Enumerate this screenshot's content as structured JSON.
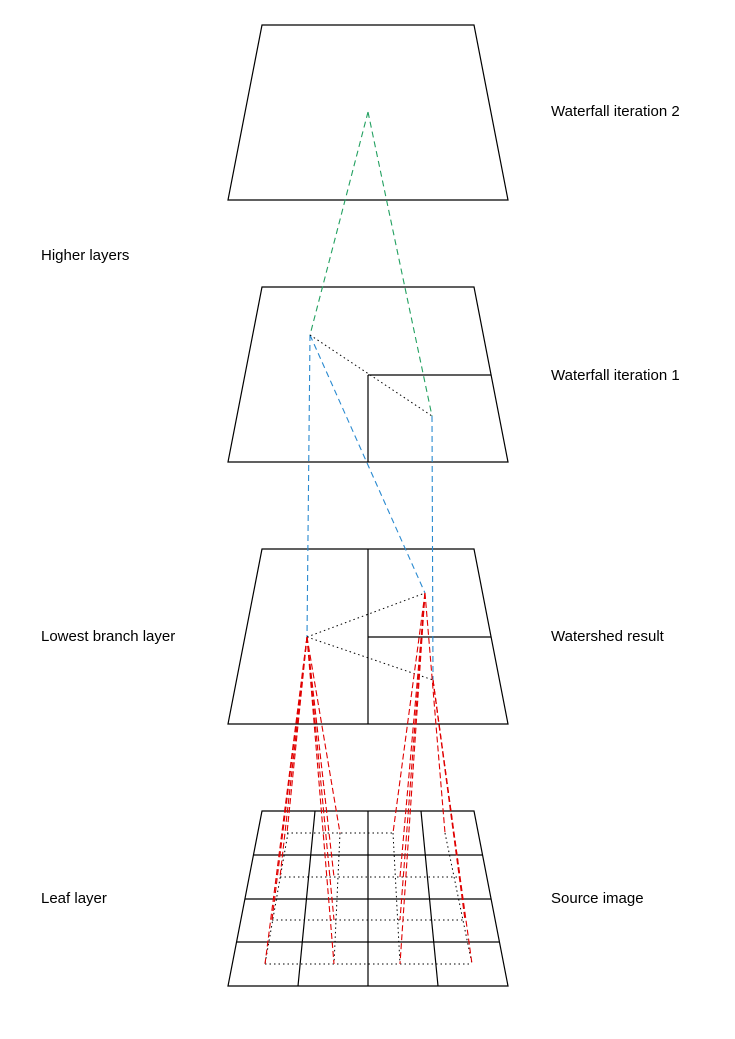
{
  "labels": {
    "waterfall_iteration_2": "Waterfall iteration 2",
    "higher_layers": "Higher layers",
    "waterfall_iteration_1": "Waterfall iteration 1",
    "lowest_branch_layer": "Lowest branch layer",
    "watershed_result": "Watershed result",
    "leaf_layer": "Leaf layer",
    "source_image": "Source image"
  },
  "colors": {
    "outline": "#000000",
    "green_link": "#22a060",
    "blue_link": "#2a8ad0",
    "red_link": "#e00000",
    "dotted": "#000000"
  }
}
